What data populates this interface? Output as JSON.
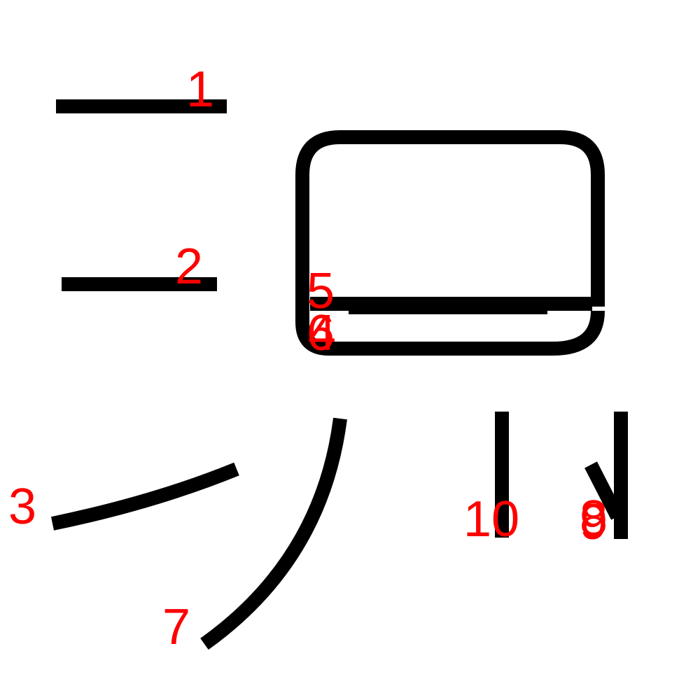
{
  "colors": {
    "stroke": "#000000",
    "label": "#ff0000",
    "background": "#ffffff"
  },
  "strokes": [
    {
      "id": "stroke-1",
      "label": "1"
    },
    {
      "id": "stroke-2",
      "label": "2"
    },
    {
      "id": "stroke-3",
      "label": "3"
    },
    {
      "id": "stroke-4",
      "label": "4"
    },
    {
      "id": "stroke-5",
      "label": "5"
    },
    {
      "id": "stroke-6",
      "label": "6"
    },
    {
      "id": "stroke-7",
      "label": "7"
    },
    {
      "id": "stroke-8",
      "label": "8"
    },
    {
      "id": "stroke-9",
      "label": "9"
    },
    {
      "id": "stroke-10",
      "label": "10"
    }
  ]
}
